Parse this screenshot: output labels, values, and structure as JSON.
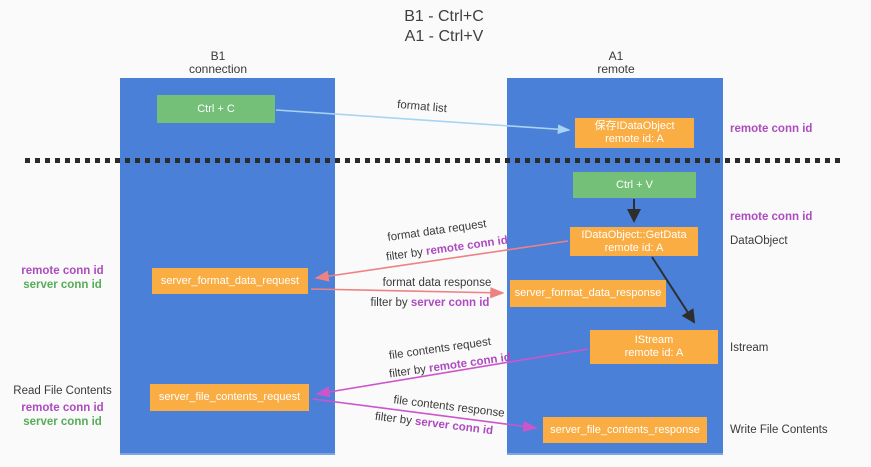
{
  "title": {
    "line1": "B1 - Ctrl+C",
    "line2": "A1 - Ctrl+V"
  },
  "lanes": {
    "left": {
      "name": "B1",
      "role": "connection"
    },
    "right": {
      "name": "A1",
      "role": "remote"
    }
  },
  "nodes": {
    "ctrl_c": {
      "label": "Ctrl + C"
    },
    "ctrl_v": {
      "label": "Ctrl + V"
    },
    "save_dataobject": {
      "line1": "保存IDataObject",
      "line2": "remote id: A"
    },
    "getdata": {
      "line1": "IDataObject::GetData",
      "line2": "remote id: A"
    },
    "istream": {
      "line1": "IStream",
      "line2": "remote id: A"
    },
    "server_format_data_request": {
      "label": "server_format_data_request"
    },
    "server_format_data_response": {
      "label": "server_format_data_response"
    },
    "server_file_contents_request": {
      "label": "server_file_contents_request"
    },
    "server_file_contents_response": {
      "label": "server_file_contents_response"
    }
  },
  "edge_labels": {
    "format_list": "format list",
    "format_data_request": "format data request",
    "format_data_response": "format data response",
    "file_contents_request": "file contents request",
    "file_contents_response": "file contents response",
    "filter_by": "filter by ",
    "remote_conn_id": "remote conn id",
    "server_conn_id": "server conn id"
  },
  "side_labels": {
    "remote_conn_id": "remote conn id",
    "server_conn_id": "server conn id",
    "dataobject": "DataObject",
    "istream": "Istream",
    "read_file_contents": "Read File Contents",
    "write_file_contents": "Write File Contents"
  },
  "colors": {
    "lane_blue": "#4a80d8",
    "node_orange": "#f9ad42",
    "node_green": "#74c078",
    "purple_label": "#ad4bbf",
    "green_label": "#57ac57",
    "salmon_arrow": "#ee8181",
    "magenta_arrow": "#cc55cc",
    "lightblue_arrow": "#a8d3f2",
    "black_arrow": "#2e2e2e"
  }
}
